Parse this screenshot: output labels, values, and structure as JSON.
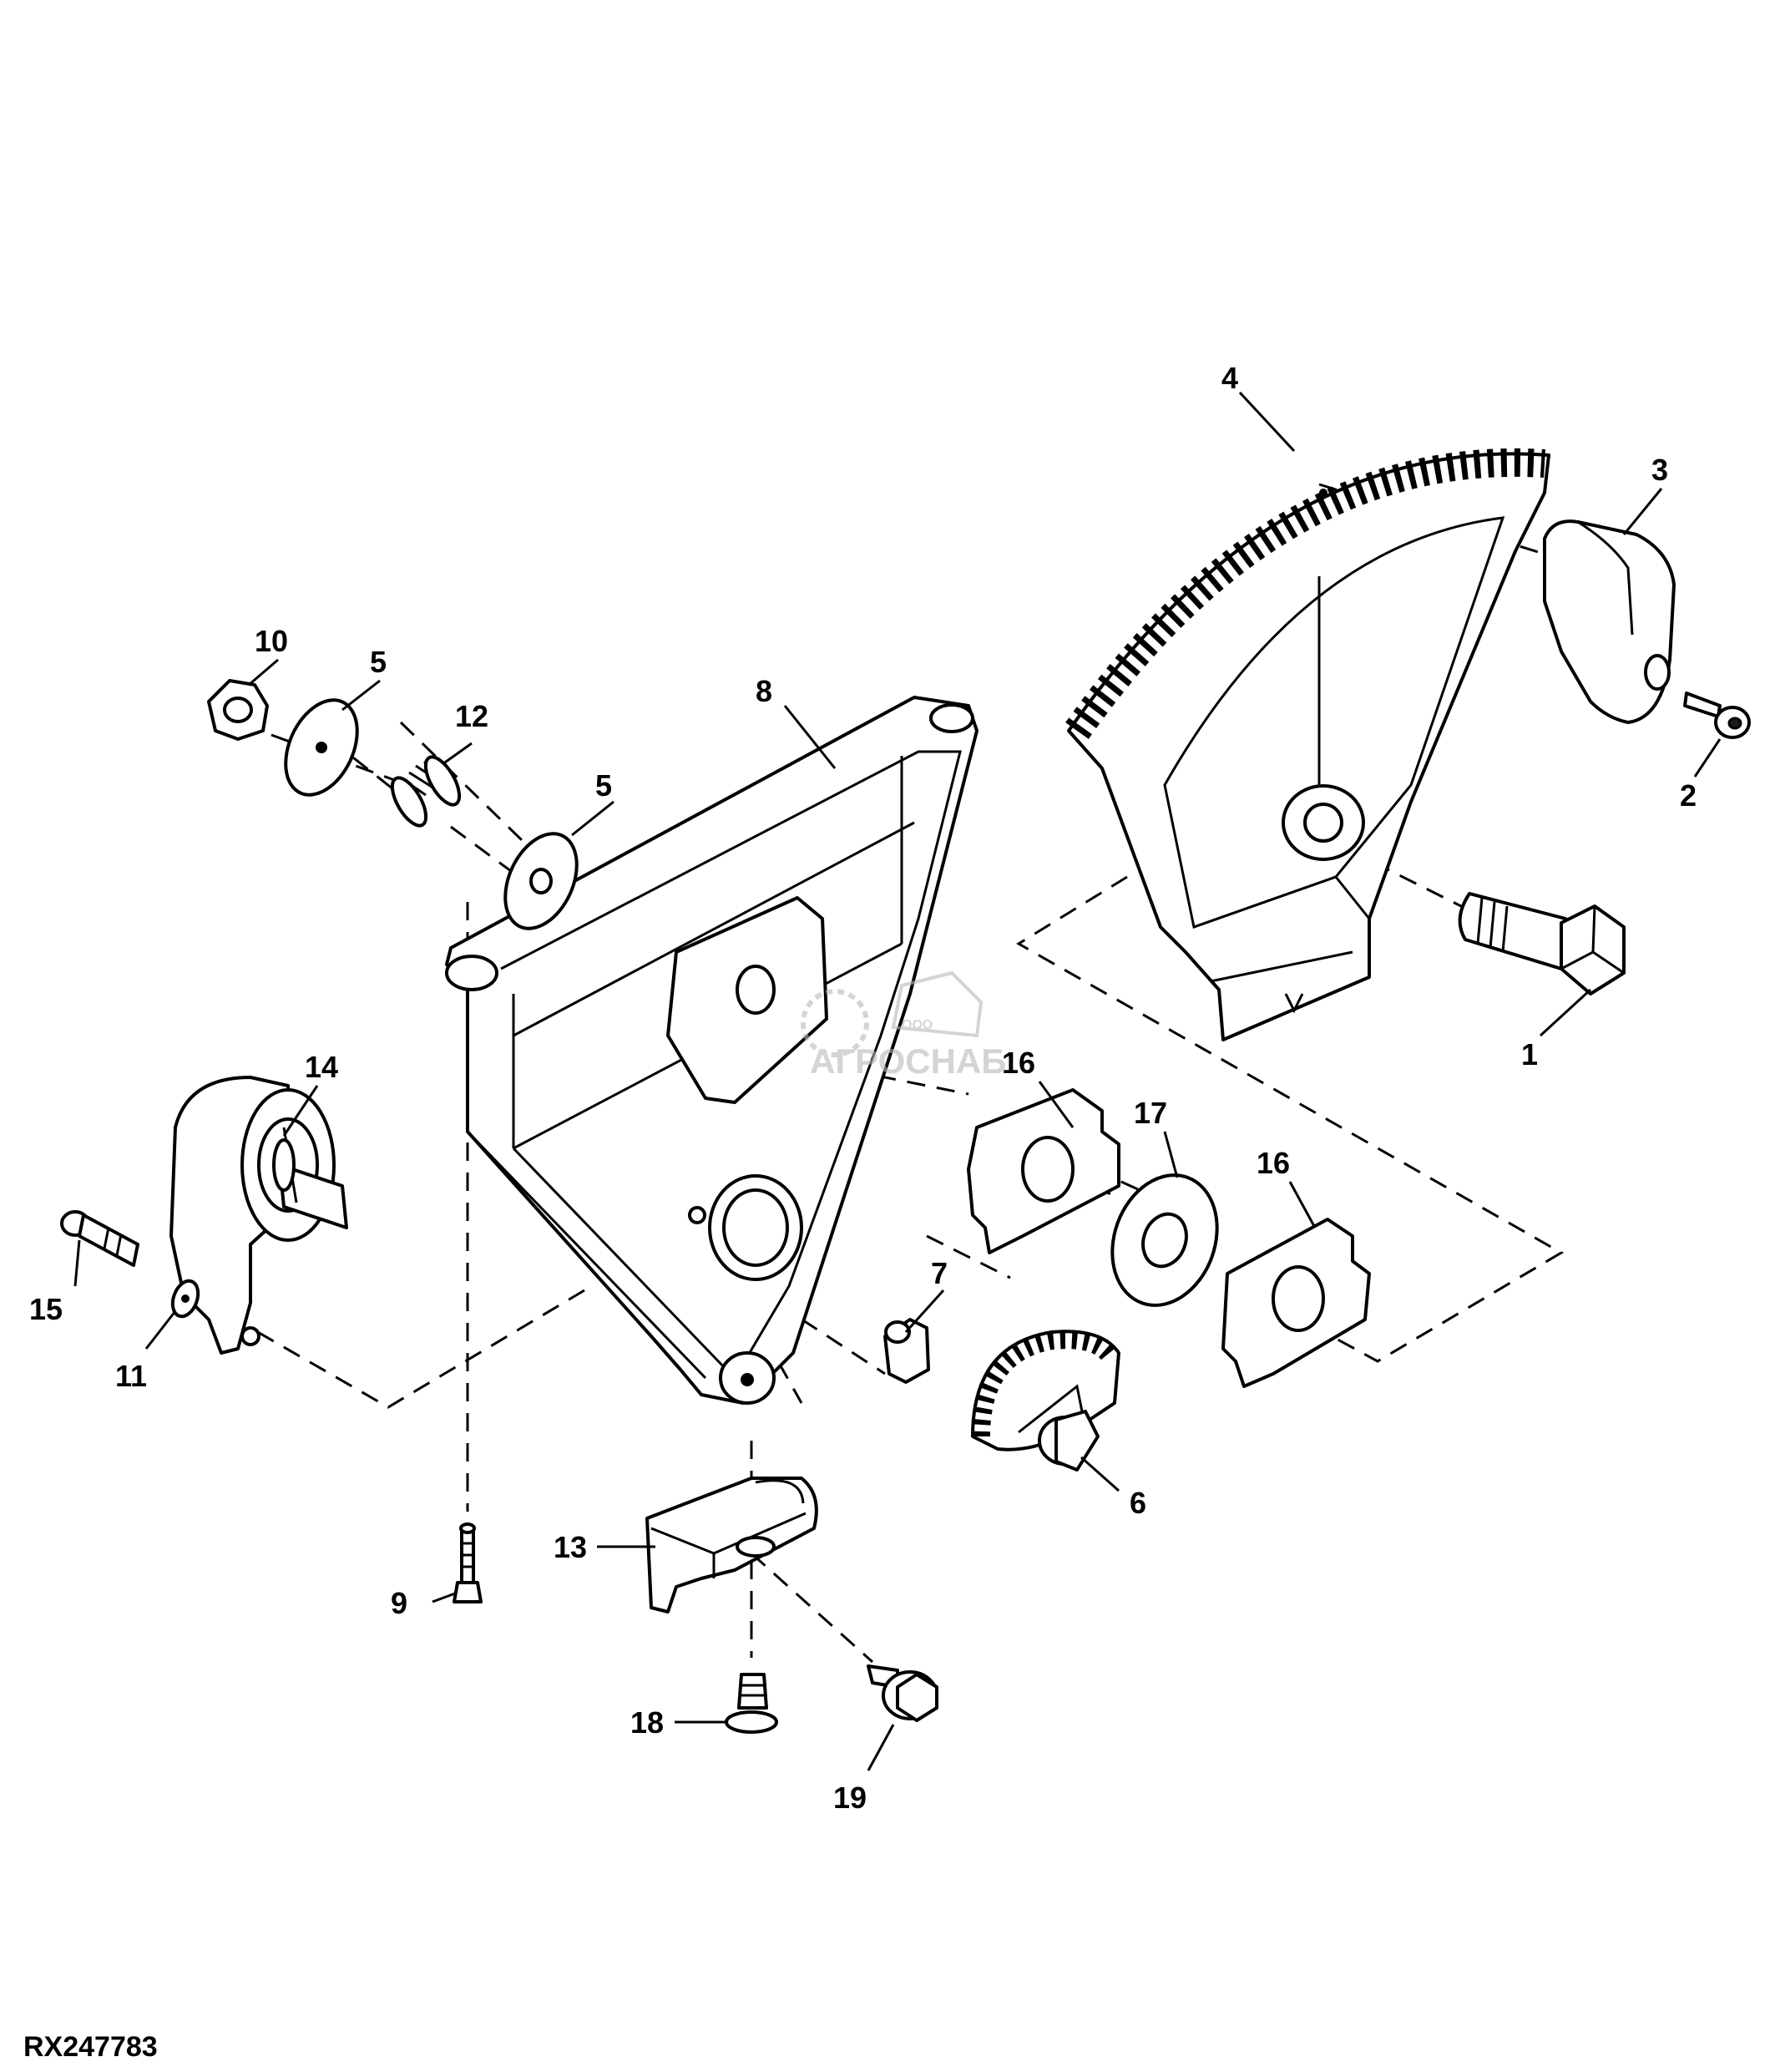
{
  "diagram": {
    "figure_id": "RX247783",
    "watermark": {
      "top": "ООО",
      "main": "АГРОСНАБ"
    },
    "callouts": [
      "1",
      "2",
      "3",
      "4",
      "5",
      "5",
      "6",
      "7",
      "8",
      "9",
      "10",
      "11",
      "12",
      "13",
      "14",
      "15",
      "16",
      "16",
      "17",
      "18",
      "19"
    ]
  }
}
